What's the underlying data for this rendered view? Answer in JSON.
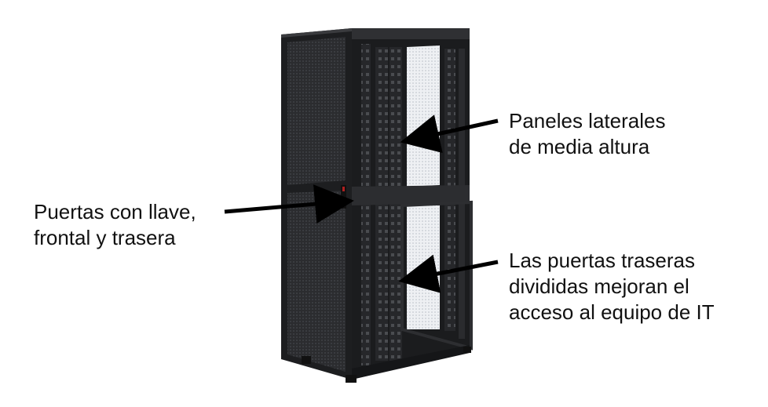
{
  "annotations": {
    "side_panels": {
      "line1": "Paneles laterales",
      "line2": "de media altura"
    },
    "locking_doors": {
      "line1": "Puertas con llave,",
      "line2": "frontal y trasera"
    },
    "split_rear_doors": {
      "line1": "Las puertas traseras",
      "line2": "divididas mejoran el",
      "line3": "acceso al equipo de IT"
    }
  },
  "colors": {
    "rack_body": "#1e1f21",
    "rack_frame": "#2a2b2e",
    "perforated_panel": "#d9dde2",
    "arrow": "#000000",
    "text": "#111111"
  }
}
